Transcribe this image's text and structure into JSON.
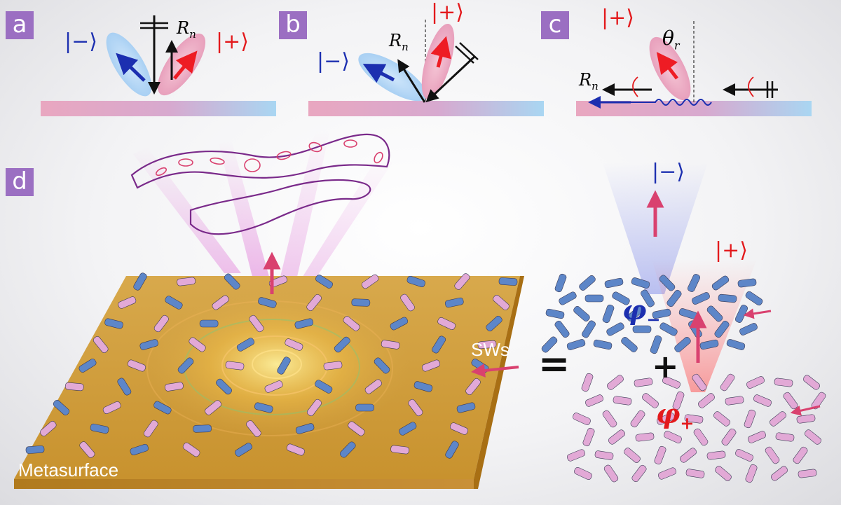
{
  "panels": {
    "a": {
      "tag": "a",
      "ket_minus": "|−⟩",
      "ket_plus": "|+⟩",
      "rn": "R",
      "rn_sub": "n"
    },
    "b": {
      "tag": "b",
      "ket_minus": "|−⟩",
      "ket_plus": "|+⟩",
      "rn": "R",
      "rn_sub": "n"
    },
    "c": {
      "tag": "c",
      "ket_plus": "|+⟩",
      "theta": "θ",
      "theta_sub": "r",
      "rn": "R",
      "rn_sub": "n"
    },
    "d": {
      "tag": "d",
      "metasurface_label": "Metasurface",
      "sw_label": "SWs",
      "ket_minus": "|−⟩",
      "ket_plus": "|+⟩",
      "phi": "φ",
      "phi_minus_sub": "−",
      "phi_plus_sub": "+",
      "equals": "=",
      "plus": "+"
    }
  },
  "colors": {
    "panel_tag": "#9b6fc2",
    "blue_state": "#1c2fb0",
    "red_state": "#e3191c",
    "metasurface": "#d9a94a",
    "blue_pillar": "#5d86c8",
    "pink_pillar": "#e2a9d6",
    "beam_purple": "#7a2a8a"
  }
}
